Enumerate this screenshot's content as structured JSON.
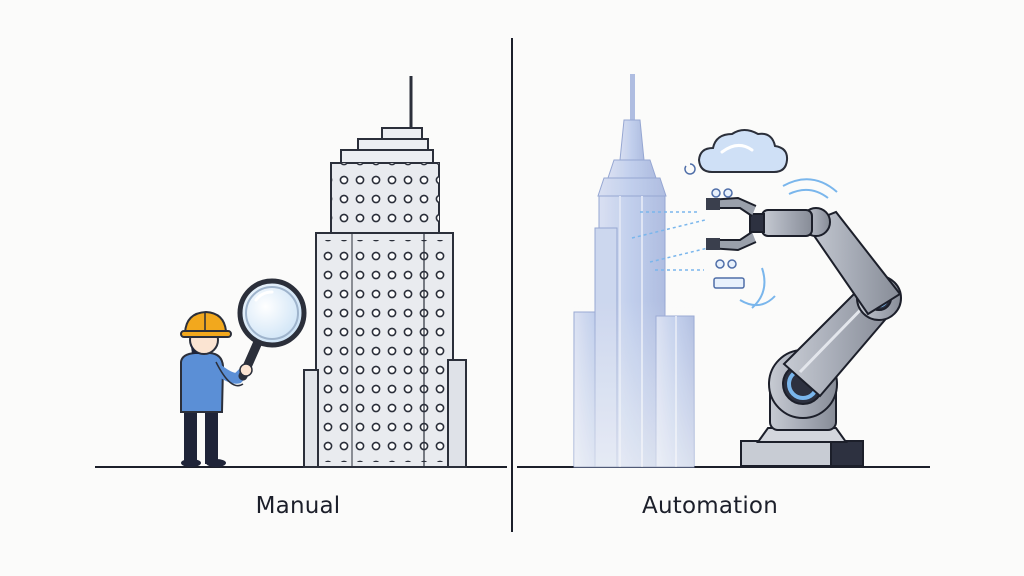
{
  "labels": {
    "left": "Manual",
    "right": "Automation"
  },
  "colors": {
    "ink": "#1c1f2a",
    "helmet": "#f2a81d",
    "shirt": "#5b8fd6",
    "trousers": "#1f2438",
    "building_left": "#e9ebef",
    "building_right": "#b9c6e6",
    "robot_body": "#a9aeb8",
    "cloud": "#cfe0f6",
    "signal": "#7ab6ec"
  },
  "icons": {
    "worker": "inspector-worker",
    "magnifier": "magnifying-glass-icon",
    "robot": "robotic-arm",
    "cloud": "cloud-icon"
  }
}
